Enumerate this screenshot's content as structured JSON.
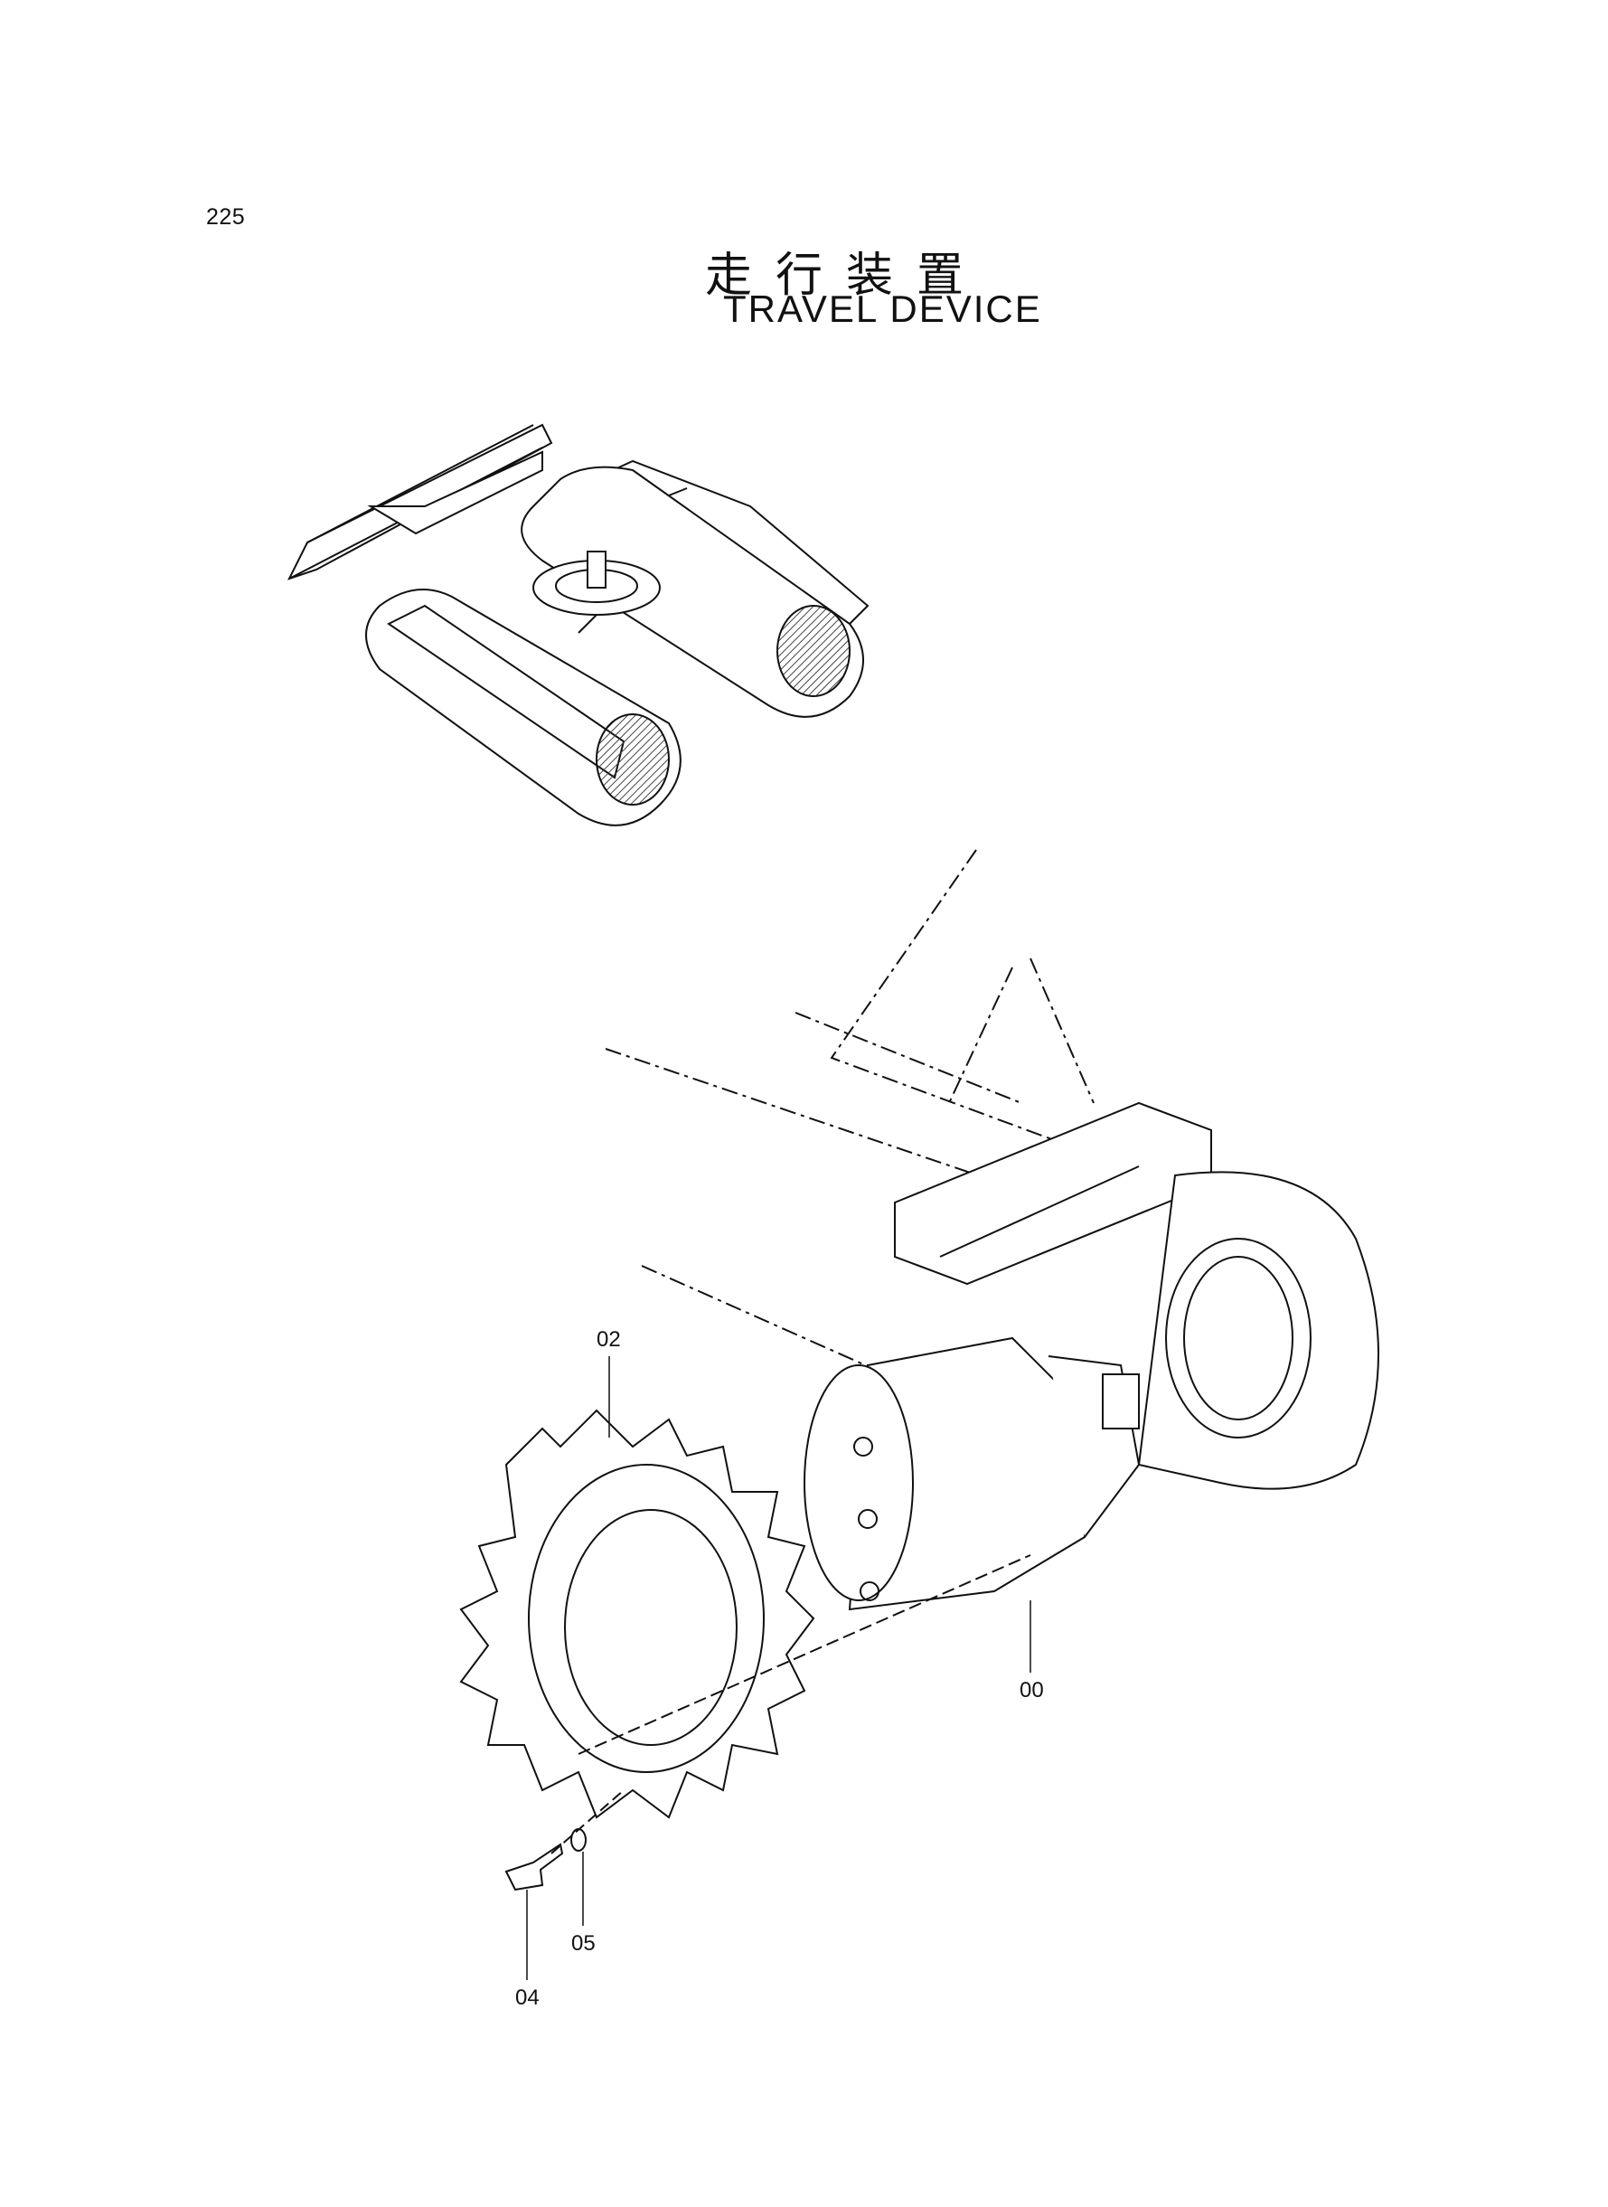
{
  "page": {
    "number": "225",
    "title_jp": "走行装置",
    "title_en": "TRAVEL DEVICE"
  },
  "parts": [
    {
      "ref": "00"
    },
    {
      "ref": "02"
    },
    {
      "ref": "04"
    },
    {
      "ref": "05"
    }
  ],
  "colors": {
    "line": "#111111",
    "hatch": "#444444",
    "background": "#ffffff"
  }
}
